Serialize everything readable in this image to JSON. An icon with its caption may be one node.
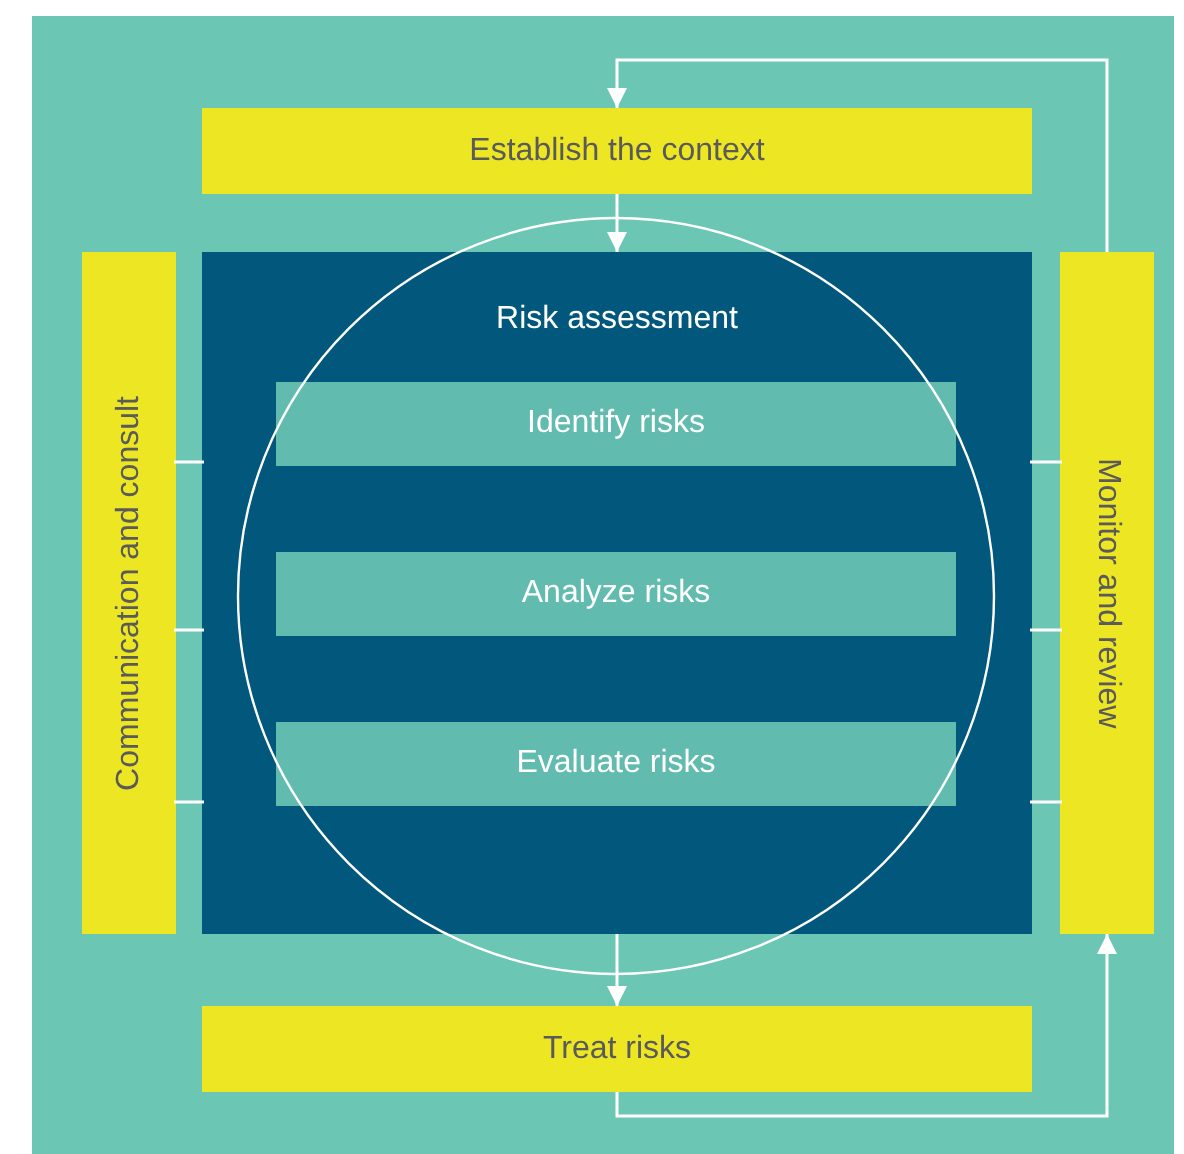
{
  "diagram": {
    "nodes": [
      {
        "text": [
          "Establish the context"
        ]
      },
      {
        "text": [
          "Risk assessment"
        ]
      },
      {
        "text": [
          "Identify risks"
        ],
        "in": 1
      },
      {
        "text": [
          "Analyze risks"
        ],
        "in": 1
      },
      {
        "text": [
          "Evaluate risks"
        ],
        "in": 1
      },
      {
        "text": [
          "Communication and consult"
        ]
      },
      {
        "text": [
          "Monitor and review"
        ]
      },
      {
        "text": [
          "Treat risks"
        ]
      }
    ],
    "edges": [
      {
        "from": 0,
        "to": 1,
        "arrow": "to"
      },
      {
        "from": 1,
        "to": 7,
        "arrow": "to"
      },
      {
        "from": 7,
        "to": 6,
        "arrow": "to"
      },
      {
        "from": 6,
        "to": 0,
        "arrow": "to"
      },
      {
        "from": 5,
        "to": 1,
        "arrow": "none"
      },
      {
        "from": 5,
        "to": 1,
        "arrow": "none"
      },
      {
        "from": 5,
        "to": 1,
        "arrow": "none"
      },
      {
        "from": 6,
        "to": 1,
        "arrow": "none"
      },
      {
        "from": 6,
        "to": 1,
        "arrow": "none"
      },
      {
        "from": 6,
        "to": 1,
        "arrow": "none"
      }
    ]
  }
}
